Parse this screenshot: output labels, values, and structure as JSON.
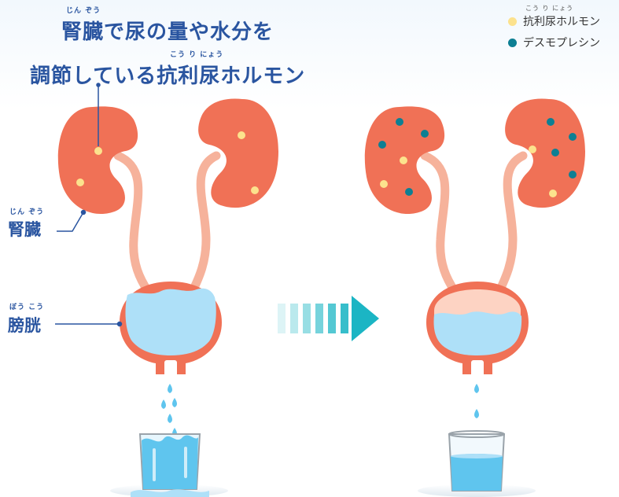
{
  "title": {
    "line1": "腎臓で尿の量や水分を",
    "line2": "調節している抗利尿ホルモン",
    "ruby_jinzou": "じん ぞう",
    "ruby_kouri": "こう り にょう"
  },
  "labels": {
    "kidney": "腎臓",
    "kidney_ruby": "じん ぞう",
    "bladder": "膀胱",
    "bladder_ruby": "ぼう こう"
  },
  "legend": {
    "items": [
      {
        "label": "抗利尿ホルモン",
        "ruby": "こう り にょう",
        "color": "#fce28d"
      },
      {
        "label": "デスモプレシン",
        "ruby": "",
        "color": "#0d7f93"
      }
    ]
  },
  "colors": {
    "kidney": "#f07156",
    "ureter": "#f6b29b",
    "bladder_wall": "#f07156",
    "urine": "#aee0f8",
    "water": "#5fc5ee",
    "arrow": "#1bb5c4",
    "title": "#2a55a0"
  },
  "icons": {
    "arrow": "right-arrow-icon",
    "drop": "water-drop-icon",
    "glass": "glass-icon"
  }
}
